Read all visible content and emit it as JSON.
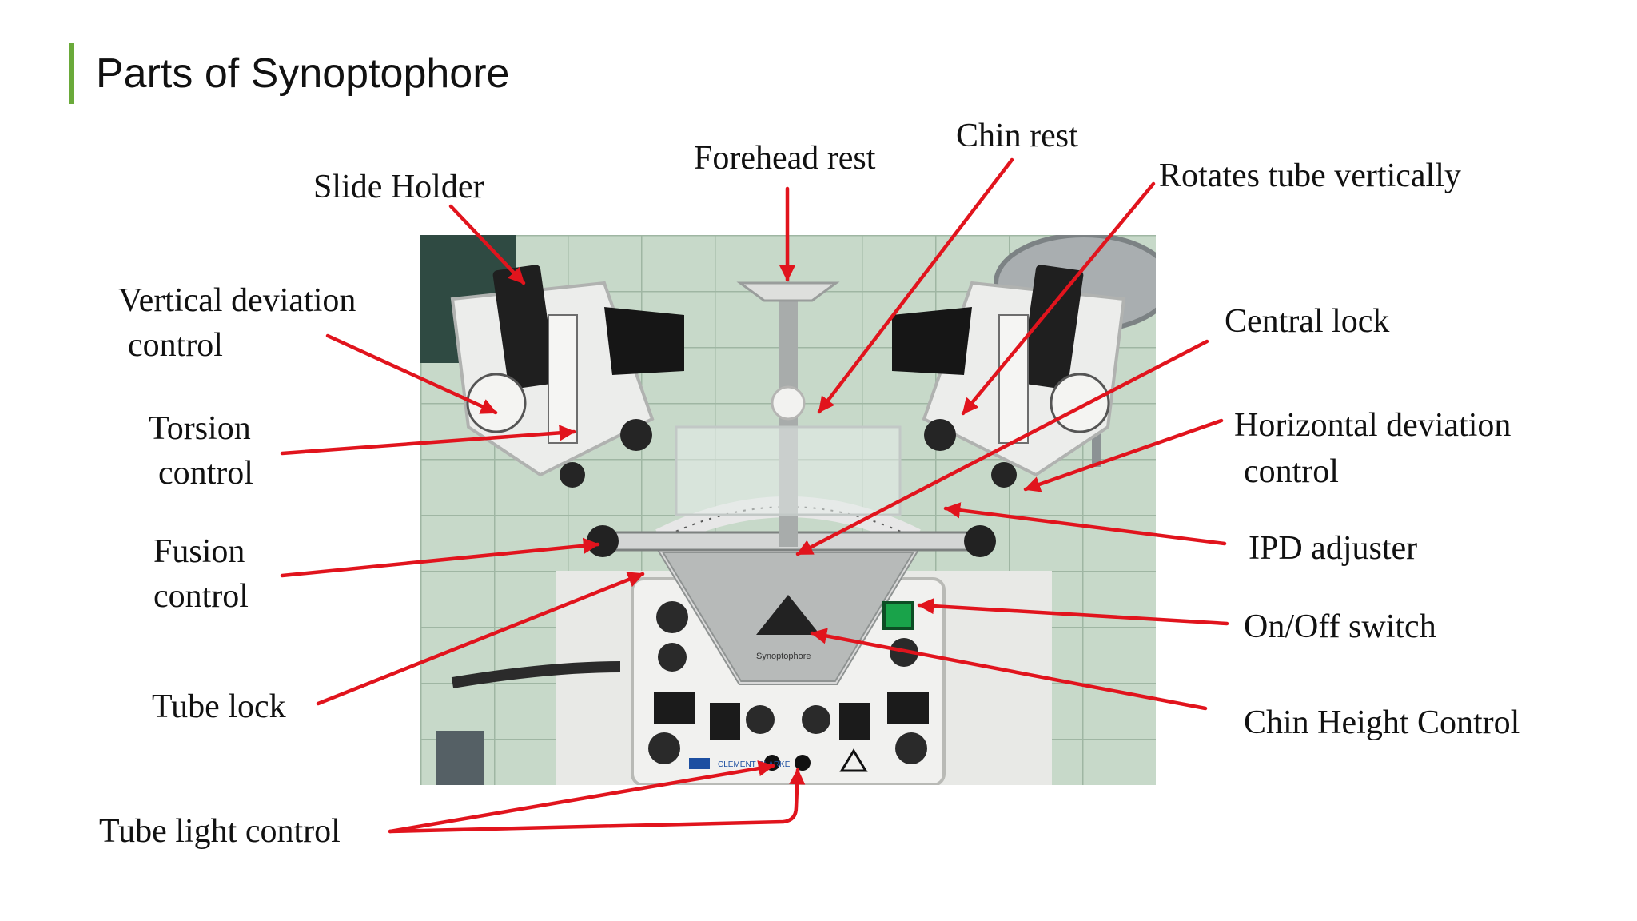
{
  "slide": {
    "title": "Parts of Synoptophore",
    "accent_color": "#6aaa3a",
    "arrow_color": "#e1141d"
  },
  "photo": {
    "subject": "synoptophore-instrument-photo",
    "panel_texts": {
      "brand_panel": "Synoptophore",
      "maker": "CLEMENT CLARKE"
    }
  },
  "labels": {
    "slide_holder": "Slide Holder",
    "forehead_rest": "Forehead rest",
    "chin_rest": "Chin rest",
    "rotates_tube_vertically": "Rotates tube vertically",
    "vertical_deviation_line1": "Vertical deviation",
    "vertical_deviation_line2": "control",
    "central_lock": "Central lock",
    "torsion_line1": "Torsion",
    "torsion_line2": "control",
    "horizontal_deviation_line1": "Horizontal deviation",
    "horizontal_deviation_line2": "control",
    "fusion_line1": "Fusion",
    "fusion_line2": "control",
    "ipd_adjuster": "IPD adjuster",
    "on_off_switch": "On/Off switch",
    "tube_lock": "Tube lock",
    "chin_height_control": "Chin Height Control",
    "tube_light_control": "Tube light control"
  }
}
